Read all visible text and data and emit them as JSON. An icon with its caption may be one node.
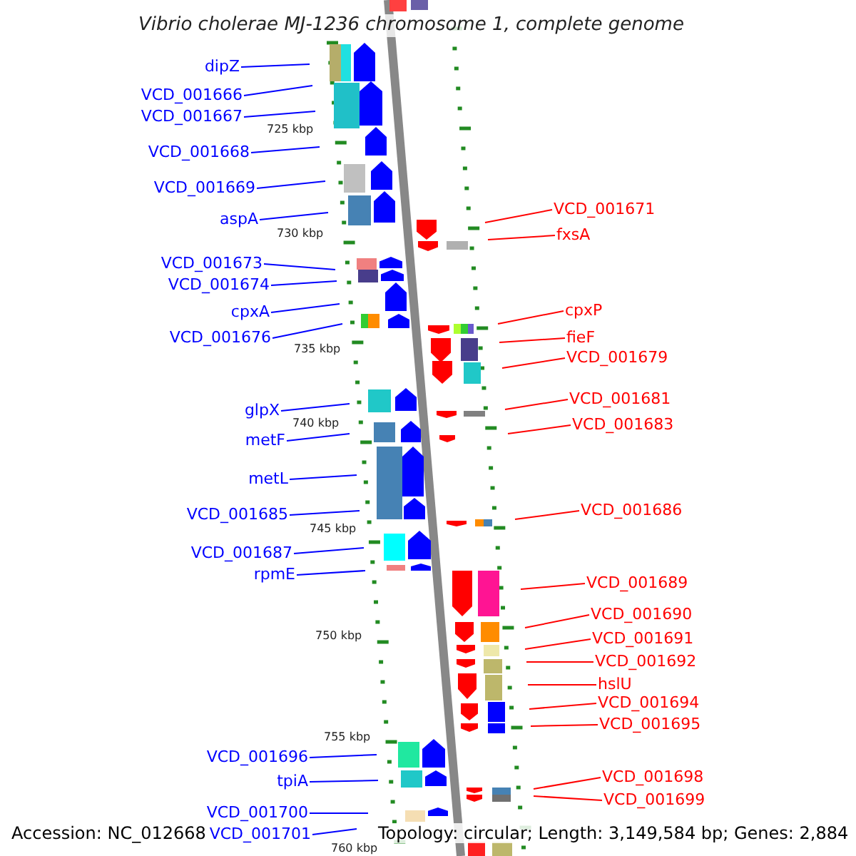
{
  "diagram": {
    "title": "Vibrio cholerae MJ-1236 chromosome 1, complete genome",
    "nodes": [
      {
        "text": [
          "dipZ"
        ]
      },
      {
        "text": [
          "VCD_001666"
        ]
      },
      {
        "text": [
          "VCD_001667"
        ]
      },
      {
        "text": [
          "VCD_001668"
        ]
      },
      {
        "text": [
          "VCD_001669"
        ]
      },
      {
        "text": [
          "aspA"
        ]
      },
      {
        "text": [
          "VCD_001673"
        ]
      },
      {
        "text": [
          "VCD_001674"
        ]
      },
      {
        "text": [
          "cpxA"
        ]
      },
      {
        "text": [
          "VCD_001676"
        ]
      },
      {
        "text": [
          "glpX"
        ]
      },
      {
        "text": [
          "metF"
        ]
      },
      {
        "text": [
          "metL"
        ]
      },
      {
        "text": [
          "VCD_001685"
        ]
      },
      {
        "text": [
          "VCD_001687"
        ]
      },
      {
        "text": [
          "rpmE"
        ]
      },
      {
        "text": [
          "VCD_001696"
        ]
      },
      {
        "text": [
          "tpiA"
        ]
      },
      {
        "text": [
          "VCD_001700"
        ]
      },
      {
        "text": [
          "VCD_001701"
        ]
      },
      {
        "text": [
          "VCD_001671"
        ]
      },
      {
        "text": [
          "fxsA"
        ]
      },
      {
        "text": [
          "cpxP"
        ]
      },
      {
        "text": [
          "fieF"
        ]
      },
      {
        "text": [
          "VCD_001679"
        ]
      },
      {
        "text": [
          "VCD_001681"
        ]
      },
      {
        "text": [
          "VCD_001683"
        ]
      },
      {
        "text": [
          "VCD_001686"
        ]
      },
      {
        "text": [
          "VCD_001689"
        ]
      },
      {
        "text": [
          "VCD_001690"
        ]
      },
      {
        "text": [
          "VCD_001691"
        ]
      },
      {
        "text": [
          "VCD_001692"
        ]
      },
      {
        "text": [
          "hslU"
        ]
      },
      {
        "text": [
          "VCD_001694"
        ]
      },
      {
        "text": [
          "VCD_001695"
        ]
      },
      {
        "text": [
          "VCD_001698"
        ]
      },
      {
        "text": [
          "VCD_001699"
        ]
      }
    ],
    "edges": [
      {
        "from": 0,
        "to": null,
        "arrow": "none"
      },
      {
        "from": 1,
        "to": null,
        "arrow": "none"
      },
      {
        "from": 2,
        "to": null,
        "arrow": "none"
      },
      {
        "from": 3,
        "to": null,
        "arrow": "none"
      },
      {
        "from": 4,
        "to": null,
        "arrow": "none"
      },
      {
        "from": 5,
        "to": null,
        "arrow": "none"
      },
      {
        "from": 6,
        "to": null,
        "arrow": "none"
      },
      {
        "from": 7,
        "to": null,
        "arrow": "none"
      },
      {
        "from": 8,
        "to": null,
        "arrow": "none"
      },
      {
        "from": 9,
        "to": null,
        "arrow": "none"
      },
      {
        "from": 10,
        "to": null,
        "arrow": "none"
      },
      {
        "from": 11,
        "to": null,
        "arrow": "none"
      },
      {
        "from": 12,
        "to": null,
        "arrow": "none"
      },
      {
        "from": 13,
        "to": null,
        "arrow": "none"
      },
      {
        "from": 14,
        "to": null,
        "arrow": "none"
      },
      {
        "from": 15,
        "to": null,
        "arrow": "none"
      },
      {
        "from": 16,
        "to": null,
        "arrow": "none"
      },
      {
        "from": 17,
        "to": null,
        "arrow": "none"
      },
      {
        "from": 18,
        "to": null,
        "arrow": "none"
      },
      {
        "from": 19,
        "to": null,
        "arrow": "none"
      },
      {
        "from": 20,
        "to": null,
        "arrow": "none",
        "color": "#ff0000"
      },
      {
        "from": 21,
        "to": null,
        "arrow": "none",
        "color": "#ff0000"
      },
      {
        "from": 22,
        "to": null,
        "arrow": "none",
        "color": "#ff0000"
      },
      {
        "from": 23,
        "to": null,
        "arrow": "none",
        "color": "#ff0000"
      },
      {
        "from": 24,
        "to": null,
        "arrow": "none",
        "color": "#ff0000"
      },
      {
        "from": 25,
        "to": null,
        "arrow": "none",
        "color": "#ff0000"
      },
      {
        "from": 26,
        "to": null,
        "arrow": "none",
        "color": "#ff0000"
      },
      {
        "from": 27,
        "to": null,
        "arrow": "none",
        "color": "#ff0000"
      },
      {
        "from": 28,
        "to": null,
        "arrow": "none",
        "color": "#ff0000"
      },
      {
        "from": 29,
        "to": null,
        "arrow": "none",
        "color": "#ff0000"
      },
      {
        "from": 30,
        "to": null,
        "arrow": "none",
        "color": "#ff0000"
      },
      {
        "from": 31,
        "to": null,
        "arrow": "none",
        "color": "#ff0000"
      },
      {
        "from": 32,
        "to": null,
        "arrow": "none",
        "color": "#ff0000"
      },
      {
        "from": 33,
        "to": null,
        "arrow": "none",
        "color": "#ff0000"
      },
      {
        "from": 34,
        "to": null,
        "arrow": "none",
        "color": "#ff0000"
      },
      {
        "from": 35,
        "to": null,
        "arrow": "none",
        "color": "#ff0000"
      },
      {
        "from": 36,
        "to": null,
        "arrow": "none",
        "color": "#ff0000"
      }
    ],
    "labels": [
      "725 kbp",
      "730 kbp",
      "735 kbp",
      "740 kbp",
      "745 kbp",
      "750 kbp",
      "755 kbp",
      "760 kbp",
      "Accession: NC_012668",
      "Topology: circular; Length: 3,149,584 bp; Genes: 2,884"
    ]
  }
}
